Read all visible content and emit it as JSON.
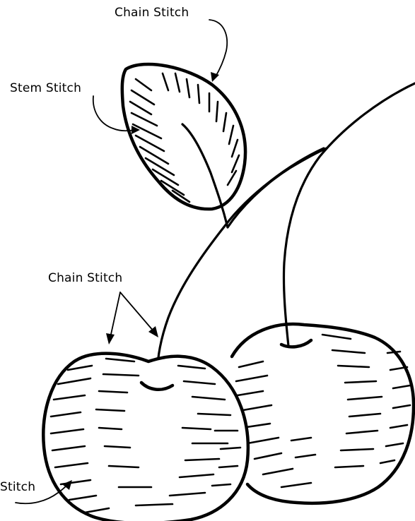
{
  "labels": {
    "chain_stitch_top": "Chain Stitch",
    "stem_stitch": "Stem Stitch",
    "chain_stitch_middle": "Chain Stitch",
    "stitch_bottom": "Stitch"
  }
}
